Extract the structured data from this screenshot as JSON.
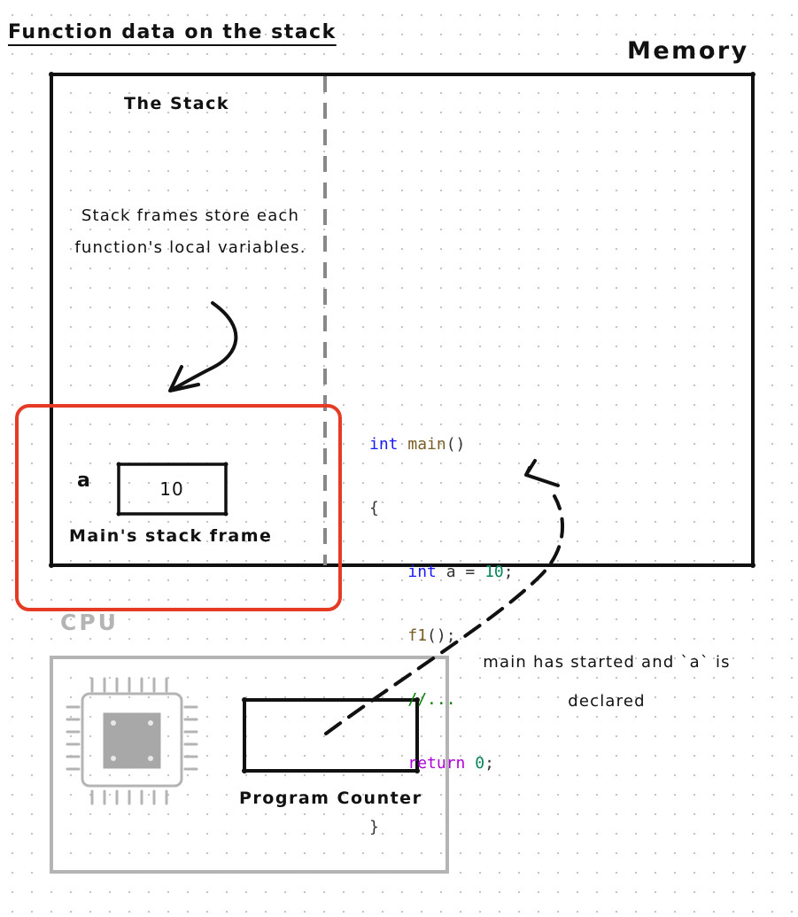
{
  "title": "Function data on the stack",
  "memory_label": "Memory",
  "stack_label": "The Stack",
  "stack_note": "Stack frames store each function's local variables.",
  "variable": {
    "name": "a",
    "value": "10"
  },
  "frame_label": "Main's stack frame",
  "code": {
    "line1": {
      "keyword": "int",
      "name": "main",
      "rest": "()"
    },
    "line2": {
      "text": "{"
    },
    "line3": {
      "keyword": "int",
      "rest1": " a = ",
      "number": "10",
      "rest2": ";"
    },
    "line4": {
      "call": "f1",
      "rest": "();"
    },
    "line5": {
      "comment": "//..."
    },
    "line6": {
      "keyword": "return",
      "rest1": " ",
      "number": "0",
      "rest2": ";"
    },
    "line7": {
      "text": "}"
    }
  },
  "cpu_label": "CPU",
  "program_counter_label": "Program Counter",
  "pc_note": "main has started and `a` is declared",
  "colors": {
    "highlight_frame": "#e53a24",
    "keyword": "#1a1aff",
    "function": "#795e26",
    "number": "#098658",
    "comment": "#008000",
    "control": "#af00db",
    "cpu_gray": "#b4b4b4"
  }
}
